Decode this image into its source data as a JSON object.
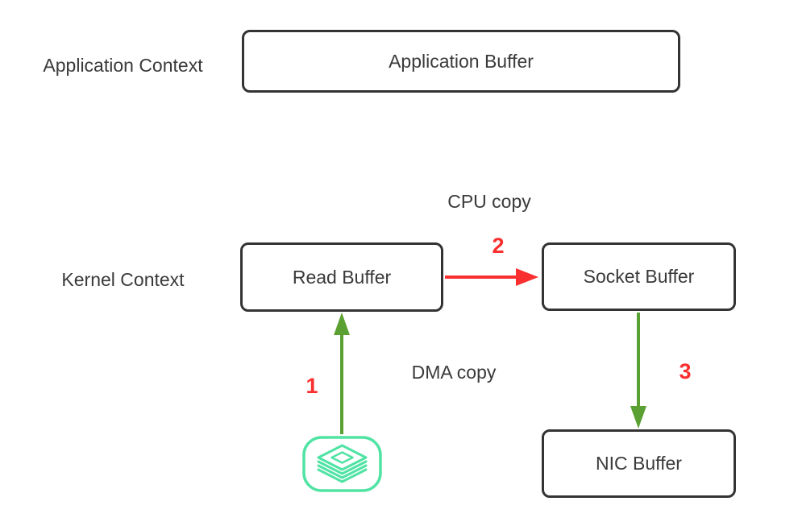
{
  "colors": {
    "box_border": "#333333",
    "text": "#3a3a3a",
    "red": "#fa2f2f",
    "green": "#5aa032",
    "mint": "#50e3a4",
    "background": "#ffffff"
  },
  "context_labels": {
    "application": "Application Context",
    "kernel": "Kernel Context"
  },
  "boxes": {
    "application_buffer": "Application Buffer",
    "read_buffer": "Read Buffer",
    "socket_buffer": "Socket Buffer",
    "nic_buffer": "NIC Buffer"
  },
  "arrows": {
    "step1": {
      "number": "1",
      "label": "DMA copy",
      "direction": "up",
      "color": "#5aa032"
    },
    "step2": {
      "number": "2",
      "label": "CPU copy",
      "direction": "right",
      "color": "#fa2f2f"
    },
    "step3": {
      "number": "3",
      "direction": "down",
      "color": "#5aa032"
    }
  },
  "icons": {
    "disk": {
      "name": "disk-layers-icon",
      "color": "#50e3a4"
    }
  }
}
